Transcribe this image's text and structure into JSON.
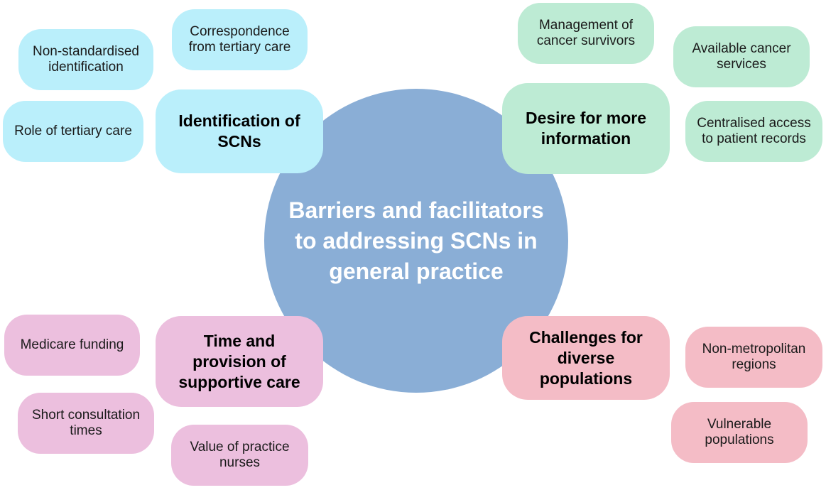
{
  "colors": {
    "center": "#8aaed6",
    "identification": "#baeffb",
    "information": "#bdebd4",
    "time": "#ecbfde",
    "diverse": "#f4bcc6"
  },
  "center": {
    "label": "Barriers and facilitators to addressing SCNs in general practice"
  },
  "themes": {
    "identification": {
      "label": "Identification of\nSCNs",
      "items": [
        "Non-standardised\nidentification",
        "Correspondence\nfrom tertiary care",
        "Role of tertiary care"
      ]
    },
    "information": {
      "label": "Desire for more\ninformation",
      "items": [
        "Management of\ncancer survivors",
        "Available cancer\nservices",
        "Centralised access\nto patient records"
      ]
    },
    "time": {
      "label": "Time and\nprovision of\nsupportive care",
      "items": [
        "Medicare funding",
        "Short consultation\ntimes",
        "Value of practice\nnurses"
      ]
    },
    "diverse": {
      "label": "Challenges for\ndiverse\npopulations",
      "items": [
        "Non-metropolitan\nregions",
        "Vulnerable\npopulations"
      ]
    }
  }
}
